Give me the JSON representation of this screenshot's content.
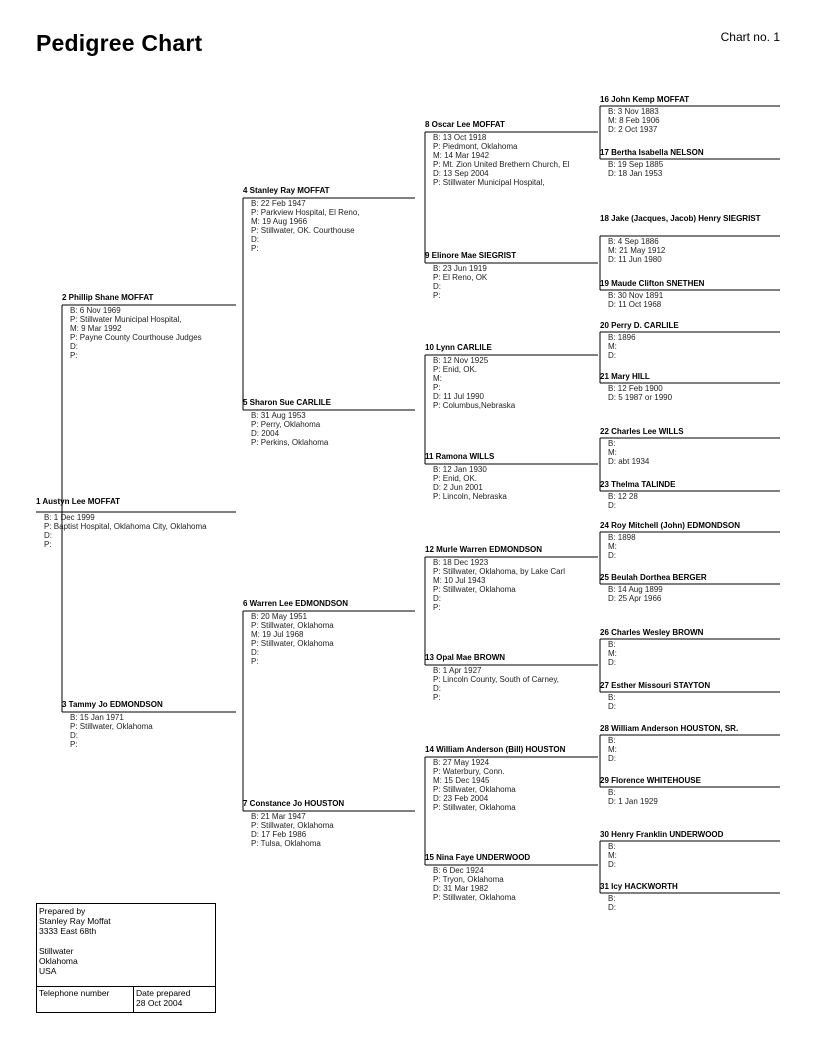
{
  "header": {
    "title": "Pedigree Chart",
    "chart_no": "Chart no. 1"
  },
  "persons": [
    {
      "num": 1,
      "name": "1 Austyn Lee MOFFAT",
      "facts": [
        "B: 1 Dec 1999",
        "P: Baptist Hospital, Oklahoma City, Oklahoma",
        "D:",
        "P:"
      ]
    },
    {
      "num": 2,
      "name": "2 Phillip Shane MOFFAT",
      "facts": [
        "B: 6 Nov 1969",
        "P: Stillwater Municipal Hospital,",
        "M: 9 Mar 1992",
        "P: Payne County Courthouse Judges",
        "D:",
        "P:"
      ]
    },
    {
      "num": 3,
      "name": "3 Tammy Jo EDMONDSON",
      "facts": [
        "B: 15 Jan 1971",
        "P: Stillwater, Oklahoma",
        "D:",
        "P:"
      ]
    },
    {
      "num": 4,
      "name": "4 Stanley Ray MOFFAT",
      "facts": [
        "B: 22 Feb 1947",
        "P: Parkview Hospital, El Reno,",
        "M: 19 Aug 1966",
        "P: Stillwater, OK. Courthouse",
        "D:",
        "P:"
      ]
    },
    {
      "num": 5,
      "name": "5 Sharon Sue CARLILE",
      "facts": [
        "B: 31 Aug 1953",
        "P: Perry, Oklahoma",
        "D: 2004",
        "P: Perkins, Oklahoma"
      ]
    },
    {
      "num": 6,
      "name": "6 Warren Lee EDMONDSON",
      "facts": [
        "B: 20 May 1951",
        "P: Stillwater, Oklahoma",
        "M: 19 Jul 1968",
        "P: Stillwater, Oklahoma",
        "D:",
        "P:"
      ]
    },
    {
      "num": 7,
      "name": "7 Constance Jo HOUSTON",
      "facts": [
        "B: 21 Mar 1947",
        "P: Stillwater, Oklahoma",
        "D: 17 Feb 1986",
        "P: Tulsa, Oklahoma"
      ]
    },
    {
      "num": 8,
      "name": "8 Oscar Lee MOFFAT",
      "facts": [
        "B: 13 Oct 1918",
        "P: Piedmont, Oklahoma",
        "M: 14 Mar 1942",
        "P: Mt. Zion United Brethern Church, El",
        "D: 13 Sep 2004",
        "P: Stillwater Municipal Hospital,"
      ]
    },
    {
      "num": 9,
      "name": "9 Elinore Mae SIEGRIST",
      "facts": [
        "B: 23 Jun 1919",
        "P: El Reno, OK",
        "D:",
        "P:"
      ]
    },
    {
      "num": 10,
      "name": "10 Lynn CARLILE",
      "facts": [
        "B: 12 Nov 1925",
        "P: Enid, OK.",
        "M:",
        "P:",
        "D: 11 Jul 1990",
        "P: Columbus,Nebraska"
      ]
    },
    {
      "num": 11,
      "name": "11 Ramona WILLS",
      "facts": [
        "B: 12 Jan 1930",
        "P: Enid, OK.",
        "D: 2 Jun 2001",
        "P: Lincoln, Nebraska"
      ]
    },
    {
      "num": 12,
      "name": "12 Murle Warren EDMONDSON",
      "facts": [
        "B: 18 Dec 1923",
        "P: Stillwater, Oklahoma, by Lake Carl",
        "M: 10 Jul 1943",
        "P: Stillwater, Oklahoma",
        "D:",
        "P:"
      ]
    },
    {
      "num": 13,
      "name": "13 Opal Mae BROWN",
      "facts": [
        "B: 1 Apr 1927",
        "P: Lincoln County, South of Carney,",
        "D:",
        "P:"
      ]
    },
    {
      "num": 14,
      "name": "14 William Anderson (Bill) HOUSTON",
      "facts": [
        "B: 27 May 1924",
        "P: Waterbury, Conn.",
        "M: 15 Dec 1945",
        "P: Stillwater, Oklahoma",
        "D: 23 Feb 2004",
        "P: Stillwater, Oklahoma"
      ]
    },
    {
      "num": 15,
      "name": "15 Nina Faye UNDERWOOD",
      "facts": [
        "B: 6 Dec 1924",
        "P: Tryon, Oklahoma",
        "D: 31 Mar 1982",
        "P: Stillwater, Oklahoma"
      ]
    },
    {
      "num": 16,
      "name": "16 John Kemp MOFFAT",
      "facts": [
        "B: 3 Nov 1883",
        "M: 8 Feb 1906",
        "D: 2 Oct 1937"
      ]
    },
    {
      "num": 17,
      "name": "17 Bertha Isabella NELSON",
      "facts": [
        "B: 19 Sep 1885",
        "D: 18 Jan 1953"
      ]
    },
    {
      "num": 18,
      "name": "18 Jake (Jacques, Jacob) Henry SIEGRIST",
      "facts": [
        "B: 4 Sep 1886",
        "M: 21 May 1912",
        "D: 11 Jun 1980"
      ]
    },
    {
      "num": 19,
      "name": "19 Maude Clifton SNETHEN",
      "facts": [
        "B: 30 Nov 1891",
        "D: 11 Oct 1968"
      ]
    },
    {
      "num": 20,
      "name": "20 Perry D. CARLILE",
      "facts": [
        "B: 1896",
        "M:",
        "D:"
      ]
    },
    {
      "num": 21,
      "name": "21 Mary HILL",
      "facts": [
        "B: 12 Feb 1900",
        "D: 5 1987 or 1990"
      ]
    },
    {
      "num": 22,
      "name": "22 Charles Lee WILLS",
      "facts": [
        "B:",
        "M:",
        "D: abt 1934"
      ]
    },
    {
      "num": 23,
      "name": "23 Thelma TALINDE",
      "facts": [
        "B: 12 28",
        "D:"
      ]
    },
    {
      "num": 24,
      "name": "24 Roy Mitchell (John) EDMONDSON",
      "facts": [
        "B: 1898",
        "M:",
        "D:"
      ]
    },
    {
      "num": 25,
      "name": "25 Beulah Dorthea BERGER",
      "facts": [
        "B: 14 Aug 1899",
        "D: 25 Apr 1966"
      ]
    },
    {
      "num": 26,
      "name": "26 Charles Wesley BROWN",
      "facts": [
        "B:",
        "M:",
        "D:"
      ]
    },
    {
      "num": 27,
      "name": "27 Esther Missouri STAYTON",
      "facts": [
        "B:",
        "D:"
      ]
    },
    {
      "num": 28,
      "name": "28 William Anderson HOUSTON, SR.",
      "facts": [
        "B:",
        "M:",
        "D:"
      ]
    },
    {
      "num": 29,
      "name": "29 Florence WHITEHOUSE",
      "facts": [
        "B:",
        "D: 1 Jan 1929"
      ]
    },
    {
      "num": 30,
      "name": "30 Henry Franklin UNDERWOOD",
      "facts": [
        "B:",
        "M:",
        "D:"
      ]
    },
    {
      "num": 31,
      "name": "31 Icy HACKWORTH",
      "facts": [
        "B:",
        "D:"
      ]
    }
  ],
  "preparer": {
    "label": "Prepared by",
    "lines": [
      "Stanley Ray Moffat",
      "3333 East 68th",
      "",
      "Stillwater",
      "Oklahoma",
      "USA"
    ],
    "phone_label": "Telephone number",
    "date_label": "Date prepared",
    "date_value": "28 Oct 2004"
  }
}
